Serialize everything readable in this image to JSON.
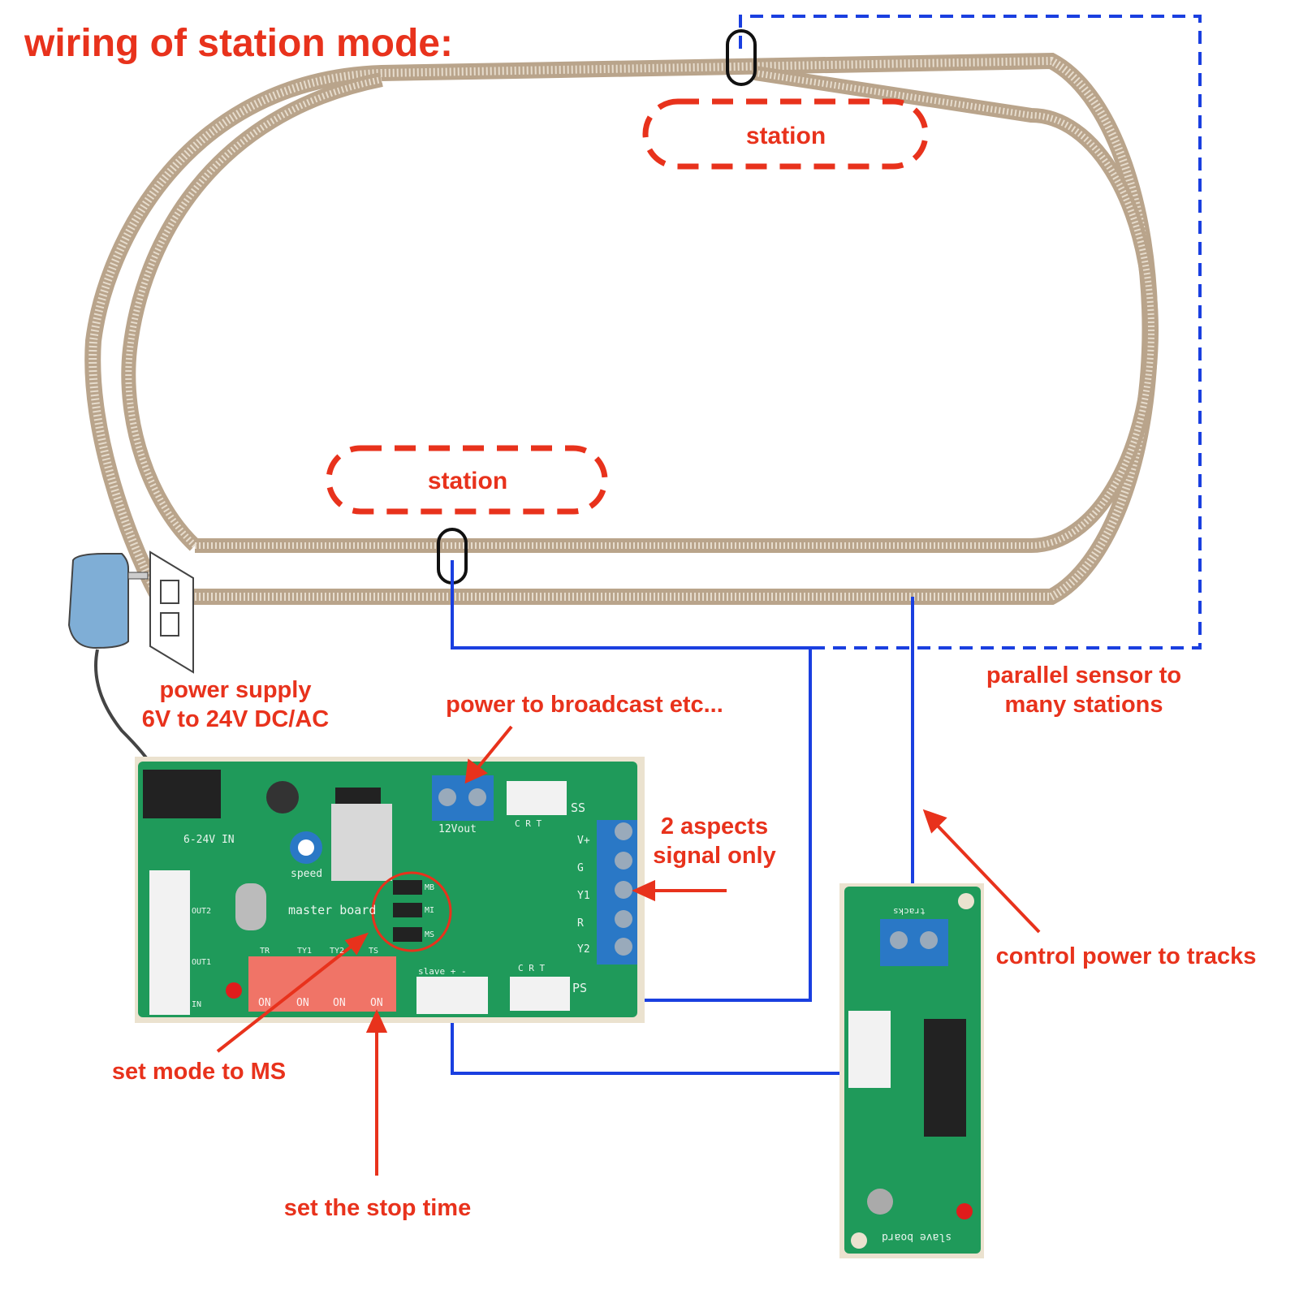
{
  "title": "wiring of station mode:",
  "stations": [
    "station",
    "station"
  ],
  "labels": {
    "power_supply_line1": "power supply",
    "power_supply_line2": "6V to 24V DC/AC",
    "power_broadcast": "power to broadcast etc...",
    "aspects_line1": "2 aspects",
    "aspects_line2": "signal only",
    "parallel_line1": "parallel sensor to",
    "parallel_line2": "many stations",
    "control_power": "control power to tracks",
    "set_mode": "set mode to MS",
    "stop_time": "set the stop time"
  },
  "master_board": {
    "name": "master board",
    "input_label": "6-24V IN",
    "speed_label": "speed",
    "output_label": "12Vout",
    "jumpers": [
      "MB",
      "MI",
      "MS"
    ],
    "terminals": [
      "V+",
      "G",
      "Y1",
      "R",
      "Y2"
    ],
    "dip_groups": [
      "TR",
      "TY1",
      "TY2",
      "TS"
    ],
    "dip_on": "ON",
    "ports": [
      "SS",
      "PS",
      "OUT2",
      "OUT1",
      "IN"
    ],
    "slave_port": "slave + -",
    "crt": "C R T"
  },
  "slave_board": {
    "name": "slave board",
    "tracks_label": "tracks"
  },
  "colors": {
    "annotation": "#e8321c",
    "wire": "#1a3fe0",
    "pcb": "#1f9a5a",
    "track": "#c9b7a0",
    "terminal": "#2a78c6"
  }
}
